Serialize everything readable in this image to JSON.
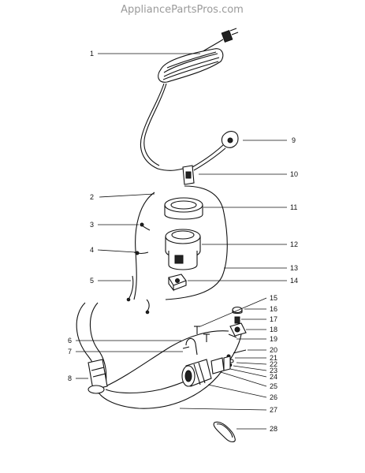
{
  "header": {
    "site_title": "AppliancePartsPros.com"
  },
  "callouts": {
    "n1": "1",
    "n2": "2",
    "n3": "3",
    "n4": "4",
    "n5": "5",
    "n6": "6",
    "n7": "7",
    "n8": "8",
    "n9": "9",
    "n10": "10",
    "n11": "11",
    "n12": "12",
    "n13": "13",
    "n14": "14",
    "n15": "15",
    "n16": "16",
    "n17": "17",
    "n18": "18",
    "n19": "19",
    "n20": "20",
    "n21": "21",
    "n22": "22",
    "n23": "23",
    "n24": "24",
    "n25": "25",
    "n26": "26",
    "n27": "27",
    "n28": "28"
  },
  "colors": {
    "line": "#111111",
    "watermark": "#9a9a9a",
    "background": "#ffffff"
  }
}
